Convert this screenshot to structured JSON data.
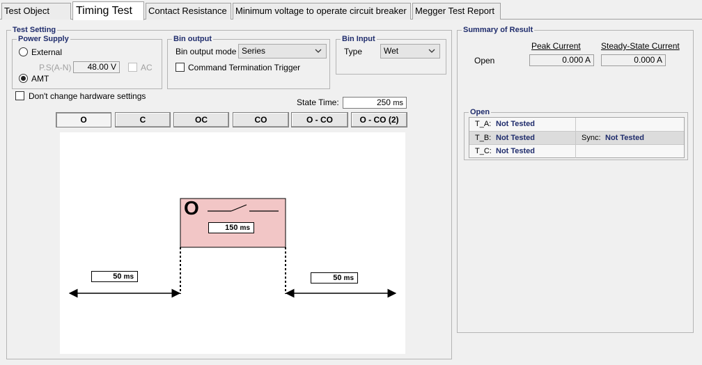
{
  "tabs": [
    {
      "label": "Test Object",
      "active": false
    },
    {
      "label": "Timing Test",
      "active": true
    },
    {
      "label": "Contact Resistance",
      "active": false
    },
    {
      "label": "Minimum voltage to operate circuit breaker",
      "active": false
    },
    {
      "label": "Megger Test Report",
      "active": false
    }
  ],
  "test_setting": {
    "title": "Test Setting",
    "power_supply": {
      "title": "Power Supply",
      "external_label": "External",
      "ps_label": "P.S(A-N)",
      "ps_value": "48.00 V",
      "ac_label": "AC",
      "amt_label": "AMT",
      "selected": "AMT"
    },
    "bin_output": {
      "title": "Bin output",
      "mode_label": "Bin output mode",
      "mode_value": "Series",
      "trigger_label": "Command Termination Trigger"
    },
    "bin_input": {
      "title": "Bin Input",
      "type_label": "Type",
      "type_value": "Wet"
    },
    "dont_change_label": "Don't change hardware settings",
    "state_time_label": "State Time:",
    "state_time_value": "250",
    "state_time_unit": "ms",
    "sequences": [
      {
        "label": "O",
        "active": true
      },
      {
        "label": "C",
        "active": false
      },
      {
        "label": "OC",
        "active": false
      },
      {
        "label": "CO",
        "active": false
      },
      {
        "label": "O - CO",
        "active": false
      },
      {
        "label": "O - CO (2)",
        "active": false
      }
    ],
    "diagram": {
      "operation": "O",
      "op_duration": "150",
      "pre_duration": "50",
      "post_duration": "50",
      "unit": "ms",
      "pulse_fill": "#f2c6c6"
    }
  },
  "summary": {
    "title": "Summary of Result",
    "peak_label": "Peak Current",
    "steady_label": "Steady-State Current",
    "row_label": "Open",
    "peak_value": "0.000 A",
    "steady_value": "0.000 A",
    "open_group_title": "Open",
    "rows": [
      {
        "name": "T_A:",
        "value": "Not Tested",
        "sync_label": "",
        "sync_value": ""
      },
      {
        "name": "T_B:",
        "value": "Not Tested",
        "sync_label": "Sync:",
        "sync_value": "Not Tested"
      },
      {
        "name": "T_C:",
        "value": "Not Tested",
        "sync_label": "",
        "sync_value": ""
      }
    ]
  },
  "colors": {
    "group_title": "#1f2c6c",
    "status_text": "#1f2c6c"
  }
}
